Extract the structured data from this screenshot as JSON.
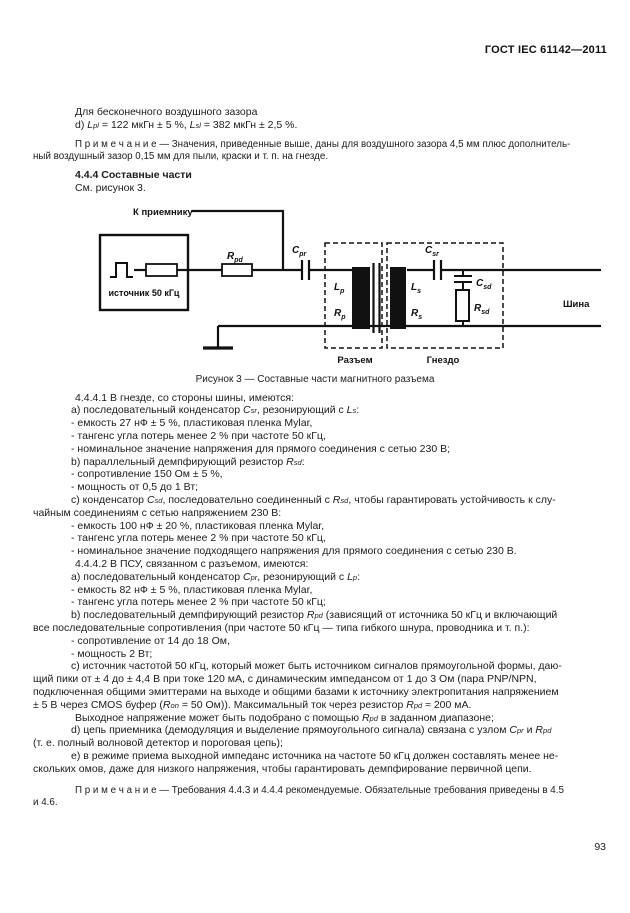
{
  "page": {
    "header": "ГОСТ IEC 61142—2011",
    "number": "93"
  },
  "figure": {
    "caption": "Рисунок 3 — Составные части  магнитного разъема",
    "labels": {
      "to_receiver": "К приемнику",
      "source": "источник 50 кГц",
      "plug": "Разъем",
      "socket": "Гнездо",
      "bus": "Шина",
      "r_pd": "R_pd",
      "c_pr": "C_pr",
      "l_p": "L_p",
      "r_p": "R_p",
      "l_s": "L_s",
      "r_s": "R_s",
      "c_sr": "C_sr",
      "c_sd": "C_sd",
      "r_sd": "R_sd"
    }
  },
  "content": {
    "before": [
      {
        "cls": "ind",
        "text": "Для  бесконечного воздушного зазора"
      },
      {
        "cls": "ind",
        "text": "d) {L_pl} = 122 мкГн ± 5 %,  {L_sl} = 382 мкГн ± 2,5  %."
      },
      {
        "cls": "note",
        "text": "П р и м е ч а н и е — Значения, приведенные выше, даны для  воздушного зазора 4,5 мм плюс дополнитель-\nный воздушный зазор 0,15 мм для  пыли, краски и т. п. на гнезде."
      },
      {
        "cls": "head",
        "text": "4.4.4 Составные части"
      },
      {
        "cls": "ind",
        "text": "См. рисунок 3."
      }
    ],
    "after": [
      {
        "cls": "ind",
        "text": "4.4.4.1  В гнезде, со стороны шины, имеются:"
      },
      {
        "cls": "item",
        "text": "a)  последовательный конденсатор {C_sr}, резонирующий с {L_s}:"
      },
      {
        "cls": "item",
        "text": "- емкость 27 нФ ± 5 %, пластиковая  пленка Mylar,"
      },
      {
        "cls": "item",
        "text": "- тангенс угла потерь менее 2 % при частоте 50 кГц,"
      },
      {
        "cls": "item",
        "text": "- номинальное значение напряжения для  прямого соединения с сетью 230 В;"
      },
      {
        "cls": "item",
        "text": "b)  параллельный демпфирующий резистор {R_sd}:"
      },
      {
        "cls": "item",
        "text": "- сопротивление 150 Ом ± 5 %,"
      },
      {
        "cls": "item",
        "text": "- мощность от 0,5 до 1 Вт;"
      },
      {
        "cls": "item",
        "text": "c) конденсатор {C_sd}, последовательно соединенный с {R_sd}, чтобы гарантировать устойчивость к слу-\nчайным соединениям с сетью напряжением 230 В:"
      },
      {
        "cls": "item",
        "text": "- емкость 100 нФ ± 20 %, пластиковая пленка Mylar,"
      },
      {
        "cls": "item",
        "text": "- тангенс угла потерь менее 2 % при частоте 50 кГц,"
      },
      {
        "cls": "item",
        "text": "- номинальное значение подходящего напряжения для  прямого соединения с сетью 230 В."
      },
      {
        "cls": "ind",
        "text": "4.4.4.2  В ПСУ, связанном с разъемом, имеются:"
      },
      {
        "cls": "item",
        "text": "a)  последовательный конденсатор  {C_pr}, резонирующий с {L_p}:"
      },
      {
        "cls": "item",
        "text": "- емкость 82 нФ ± 5 %, пластиковая  пленка Mylar,"
      },
      {
        "cls": "item",
        "text": "- тангенс угла потерь менее 2 % при частоте 50 кГц;"
      },
      {
        "cls": "item",
        "text": "b) последовательный демпфирующий резистор {R_pd} (зависящий от источника  50 кГц и включающий\nвсе последовательные сопротивления (при частоте 50 кГц — типа гибкого шнура, проводника и т. п.):"
      },
      {
        "cls": "item",
        "text": "- сопротивление от 14 до 18 Ом,"
      },
      {
        "cls": "item",
        "text": "- мощность 2 Вт;"
      },
      {
        "cls": "item",
        "text": "c) источник частотой 50 кГц,  который может быть источником сигналов прямоугольной формы, даю-\nщий пики от ± 4 до ± 4,4 В при токе 120 мА, с динамическим импедансом от 1 до 3 Ом (пара PNP/NPN,\nподключенная общими эмиттерами на выходе и общими базами к источнику электропитания напряжением\n± 5  В через CMOS буфер ({R_on} = 50 Ом)). Максимальный ток через резистор {R_pd} ≈ 200 мА."
      },
      {
        "cls": "ind",
        "text": "Выходное напряжение может быть подобрано с помощью {R_pd} в заданном диапазоне;"
      },
      {
        "cls": "item",
        "text": "d) цепь приемника (демодуляция и выделение прямоугольного  сигнала)  связана  с  узлом {C_pr} и {R_pd}\n(т. е. полный волновой детектор и пороговая цепь);"
      },
      {
        "cls": "item",
        "text": "e) в режиме приема выходной импеданс источника на частоте 50 кГц должен составлять менее не-\nскольких омов, даже  для  низкого напряжения, чтобы гарантировать демпфирование первичной цепи."
      },
      {
        "cls": "note2",
        "text": "П р и м е ч а н и е — Требования 4.4.3 и 4.4.4  рекомендуемые.  Обязательные требования приведены в 4.5\nи 4.6."
      }
    ]
  }
}
